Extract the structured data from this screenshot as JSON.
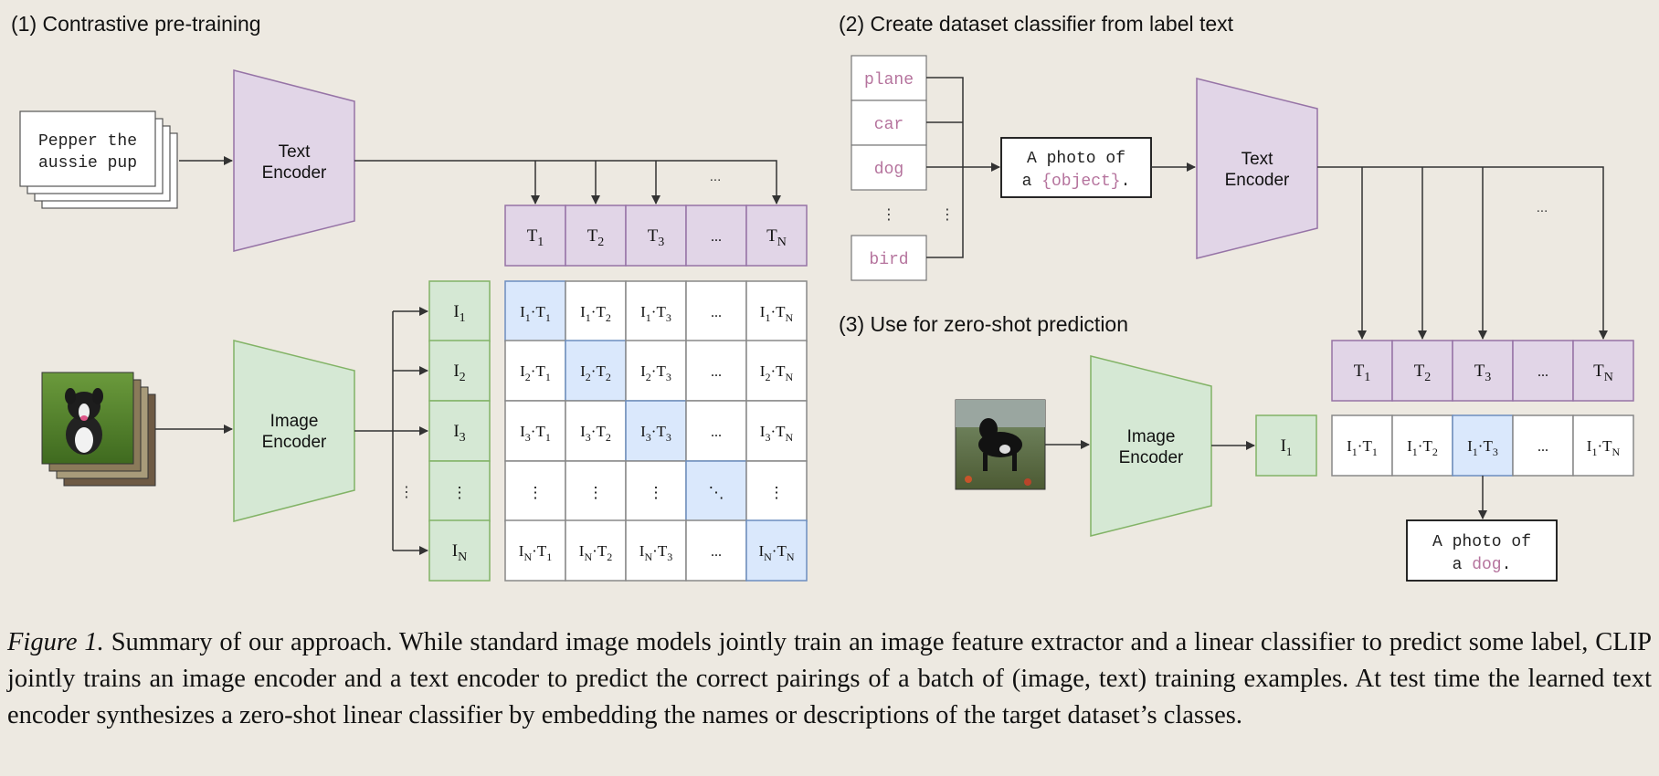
{
  "panel1": {
    "title": "(1) Contrastive pre-training",
    "text_input": [
      "Pepper the",
      "aussie pup"
    ],
    "text_encoder": [
      "Text",
      "Encoder"
    ],
    "image_encoder": [
      "Image",
      "Encoder"
    ],
    "t_cells": [
      "T",
      "T",
      "T",
      "...",
      "T"
    ],
    "t_subs": [
      "1",
      "2",
      "3",
      "",
      "N"
    ],
    "i_cells": [
      "I",
      "I",
      "I",
      "⋮",
      "I"
    ],
    "i_subs": [
      "1",
      "2",
      "3",
      "",
      "N"
    ],
    "dots": "...",
    "vdots": "⋮",
    "ddots": "⋱"
  },
  "panel2": {
    "title": "(2) Create dataset classifier from label text",
    "labels": [
      "plane",
      "car",
      "dog",
      "bird"
    ],
    "vdots": "⋮",
    "template": [
      "A photo of",
      "a ",
      "{object}",
      "."
    ],
    "text_encoder": [
      "Text",
      "Encoder"
    ],
    "dots": "..."
  },
  "panel3": {
    "title": "(3) Use for zero-shot prediction",
    "image_encoder": [
      "Image",
      "Encoder"
    ],
    "i1": "I",
    "i1_sub": "1",
    "t_cells": [
      "T",
      "T",
      "T",
      "...",
      "T"
    ],
    "t_subs": [
      "1",
      "2",
      "3",
      "",
      "N"
    ],
    "output": [
      "A photo of",
      "a ",
      "dog",
      "."
    ]
  },
  "caption": {
    "label": "Figure 1.",
    "text": " Summary of our approach. While standard image models jointly train an image feature extractor and a linear classifier to predict some label, CLIP jointly trains an image encoder and a text encoder to predict the correct pairings of a batch of (image, text) training examples. At test time the learned text encoder synthesizes a zero-shot linear classifier by embedding the names or descriptions of the target dataset’s classes."
  },
  "colors": {
    "purple_fill": "#e1d5e7",
    "purple_stroke": "#9673a6",
    "green_fill": "#d5e8d4",
    "green_stroke": "#82b366",
    "blue_fill": "#dae8fc",
    "blue_stroke": "#6c8ebf",
    "label_text": "#b5739d"
  }
}
